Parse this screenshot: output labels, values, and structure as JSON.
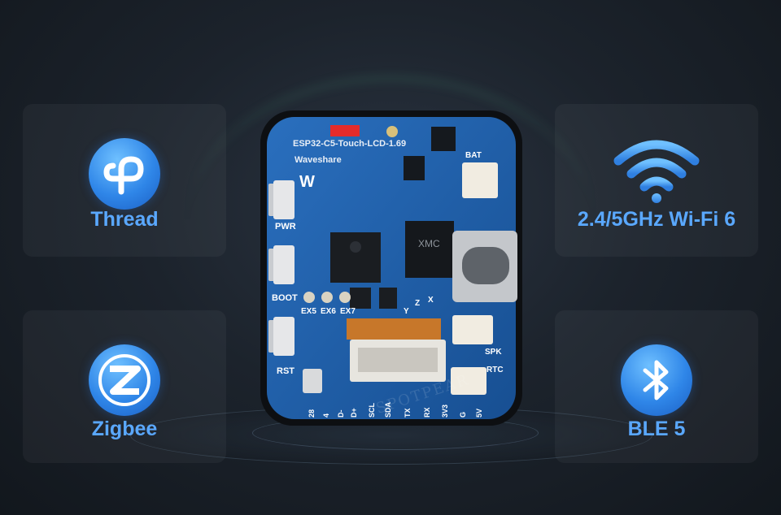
{
  "features": {
    "thread": {
      "label": "Thread",
      "icon": "thread-icon"
    },
    "zigbee": {
      "label": "Zigbee",
      "icon": "zigbee-icon"
    },
    "wifi": {
      "label": "2.4/5GHz Wi-Fi 6",
      "icon": "wifi-icon"
    },
    "ble": {
      "label": "BLE 5",
      "icon": "bluetooth-icon"
    }
  },
  "board": {
    "model_silk": "ESP32-C5-Touch-LCD-1.69",
    "brand_silk": "Waveshare",
    "side_labels": [
      "PWR",
      "BOOT",
      "RST"
    ],
    "connector_labels": [
      "BAT",
      "SPK",
      "RTC"
    ],
    "ex_labels": [
      "EX5",
      "EX6",
      "EX7"
    ],
    "pin_labels": [
      "28",
      "4",
      "D-",
      "D+",
      "SCL",
      "SDA",
      "TX",
      "RX",
      "3V3",
      "G",
      "5V"
    ],
    "chip_mark": "XMC",
    "axis_labels": [
      "Y",
      "Z",
      "X"
    ]
  },
  "watermark": "SPOTPEAR",
  "colors": {
    "accent": "#5aa8ff",
    "pcb": "#1f5fa8",
    "background": "#1c232c"
  }
}
